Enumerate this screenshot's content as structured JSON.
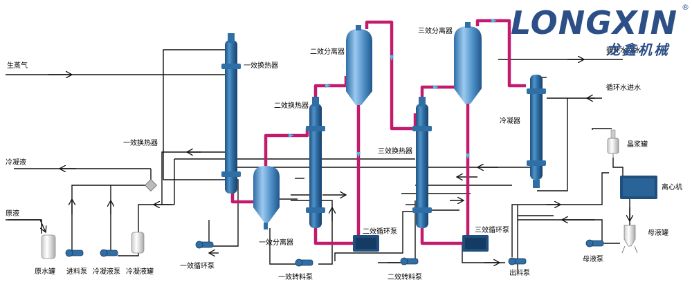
{
  "brand": {
    "logo_text": "LONGXIN",
    "logo_cn": "龙鑫机械",
    "registered_mark": "®",
    "colors": {
      "brand": "#2b4f86",
      "accent_orange": "#e07a1f"
    }
  },
  "colors": {
    "steam_pipe": "#c21a6d",
    "vessel_body": "#2f6fa6",
    "vessel_highlight": "#7fb8e0",
    "line": "#111111",
    "flow_arrow": "#4ac1e8"
  },
  "labels": {
    "live_steam": "生蒸气",
    "condensate": "冷凝液",
    "raw_liquid": "原液",
    "raw_tank": "原水罐",
    "feed_pump": "进料泵",
    "condensate_pump": "冷凝液泵",
    "condensate_tank": "冷凝液罐",
    "hx1_left": "一效换热器",
    "hx1_top": "一效换热器",
    "circ_pump1": "一效循环泵",
    "separator1": "一效分离器",
    "transfer_pump1": "一效转料泵",
    "hx2": "二效换热器",
    "separator2": "二效分离器",
    "circ_pump2": "二效循环泵",
    "transfer_pump2": "二效转料泵",
    "hx3": "三效换热器",
    "separator3": "三效分离器",
    "circ_pump3": "三效循环泵",
    "discharge_pump": "出料泵",
    "condenser": "冷凝器",
    "cooling_out": "循环水回水",
    "cooling_in": "循环水进水",
    "crystal_tank": "晶浆罐",
    "centrifuge": "离心机",
    "mother_tank": "母液罐",
    "mother_pump": "母液泵"
  }
}
